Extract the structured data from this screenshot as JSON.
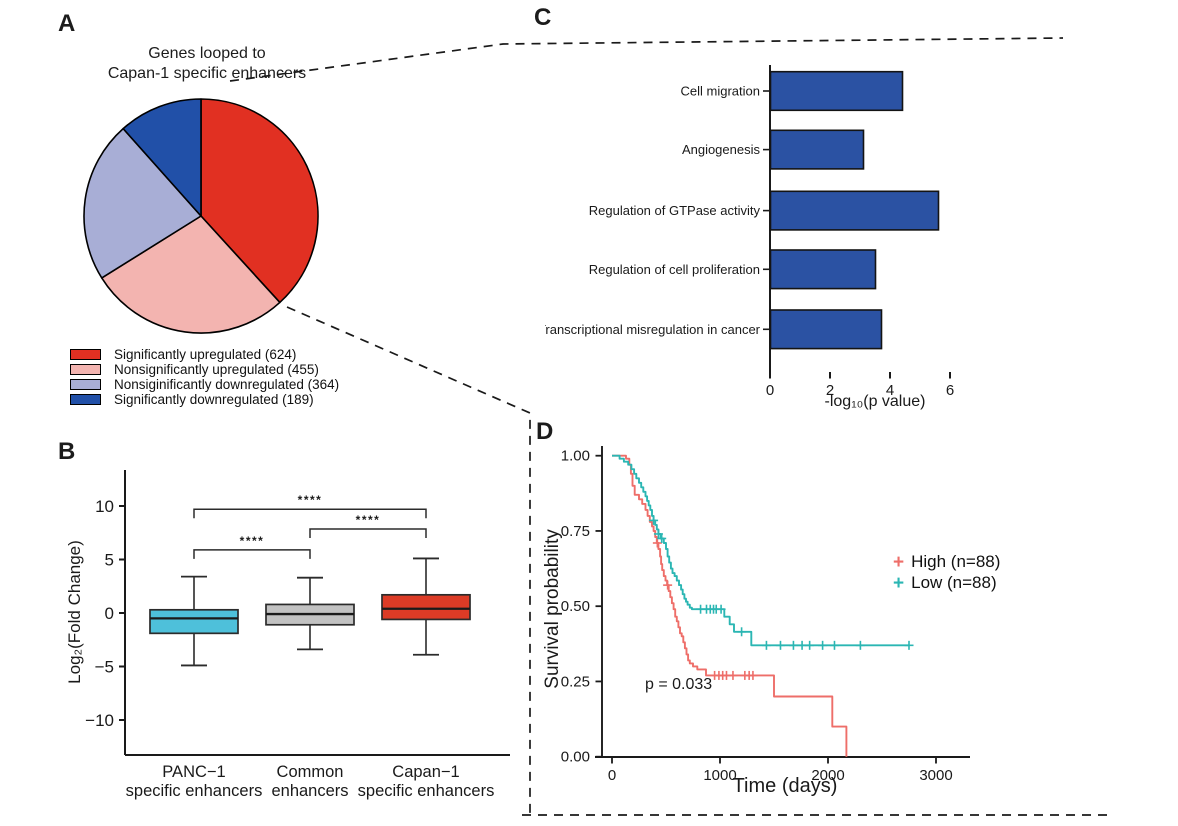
{
  "panels": {
    "a": {
      "label": "A",
      "title_line1": "Genes looped to",
      "title_line2": "Capan-1 specific enhancers"
    },
    "b": {
      "label": "B"
    },
    "c": {
      "label": "C"
    },
    "d": {
      "label": "D"
    }
  },
  "chart_data": [
    {
      "panel": "A",
      "type": "pie",
      "title": "Genes looped to Capan-1 specific enhancers",
      "start_angle_deg": 0,
      "direction": "clockwise",
      "legend_position": "bottom-left",
      "slices": [
        {
          "label": "Significantly upregulated (624)",
          "value": 624,
          "color": "#E13022"
        },
        {
          "label": "Nonsignificantly upregulated (455)",
          "value": 455,
          "color": "#F3B4B0"
        },
        {
          "label": "Nonsiginificantly downregulated (364)",
          "value": 364,
          "color": "#A8AED6"
        },
        {
          "label": "Significantly downregulated (189)",
          "value": 189,
          "color": "#2150A8"
        }
      ]
    },
    {
      "panel": "B",
      "type": "box",
      "ylabel": "Log₂(Fold Change)",
      "ylim": [
        -13,
        13
      ],
      "yticks": [
        -10,
        -5,
        0,
        5,
        10
      ],
      "categories": [
        [
          "PANC−1",
          "specific enhancers"
        ],
        [
          "Common",
          "enhancers"
        ],
        [
          "Capan−1",
          "specific enhancers"
        ]
      ],
      "boxes": [
        {
          "name": "PANC−1 specific enhancers",
          "color": "#4EC0DA",
          "whisker_low": -4.9,
          "q1": -1.9,
          "median": -0.5,
          "q3": 0.3,
          "whisker_high": 3.4
        },
        {
          "name": "Common enhancers",
          "color": "#C2C2C2",
          "whisker_low": -3.4,
          "q1": -1.1,
          "median": -0.1,
          "q3": 0.8,
          "whisker_high": 3.3
        },
        {
          "name": "Capan−1 specific enhancers",
          "color": "#DC3B26",
          "whisker_low": -3.9,
          "q1": -0.6,
          "median": 0.4,
          "q3": 1.7,
          "whisker_high": 5.1
        }
      ],
      "significance": [
        {
          "between": [
            0,
            1
          ],
          "label": "****",
          "y": 5.9
        },
        {
          "between": [
            1,
            2
          ],
          "label": "****",
          "y": 7.85
        },
        {
          "between": [
            0,
            2
          ],
          "label": "****",
          "y": 9.7
        }
      ]
    },
    {
      "panel": "C",
      "type": "bar",
      "orientation": "horizontal",
      "categories": [
        "Cell migration",
        "Angiogenesis",
        "Regulation of GTPase activity",
        "Regulation of cell proliferation",
        "Transcriptional misregulation in cancer"
      ],
      "values": [
        4.4,
        3.1,
        5.6,
        3.5,
        3.7
      ],
      "bar_color": "#2B52A3",
      "xlabel": "-log₁₀(p value)",
      "xticks": [
        0,
        2,
        4,
        6
      ],
      "xlim": [
        0,
        6.4
      ]
    },
    {
      "panel": "D",
      "type": "line",
      "subtype": "kaplan-meier",
      "xlabel": "Time (days)",
      "ylabel": "Survival probability",
      "annotation": "p = 0.033",
      "xticks": [
        0,
        1000,
        2000,
        3000
      ],
      "ytick_labels": [
        "0.00",
        "0.25",
        "0.50",
        "0.75",
        "1.00"
      ],
      "xlim": [
        0,
        3200
      ],
      "ylim": [
        0,
        1
      ],
      "legend_position": "right-middle",
      "series": [
        {
          "name": "High (n=88)",
          "color": "#EE6E69",
          "steps": [
            [
              0,
              1.0
            ],
            [
              130,
              0.99
            ],
            [
              160,
              0.97
            ],
            [
              175,
              0.94
            ],
            [
              190,
              0.9
            ],
            [
              210,
              0.87
            ],
            [
              250,
              0.855
            ],
            [
              280,
              0.84
            ],
            [
              310,
              0.82
            ],
            [
              330,
              0.8
            ],
            [
              350,
              0.78
            ],
            [
              370,
              0.765
            ],
            [
              385,
              0.75
            ],
            [
              400,
              0.73
            ],
            [
              415,
              0.71
            ],
            [
              430,
              0.69
            ],
            [
              445,
              0.665
            ],
            [
              455,
              0.64
            ],
            [
              465,
              0.62
            ],
            [
              480,
              0.6
            ],
            [
              495,
              0.585
            ],
            [
              510,
              0.57
            ],
            [
              525,
              0.55
            ],
            [
              540,
              0.53
            ],
            [
              555,
              0.51
            ],
            [
              570,
              0.49
            ],
            [
              585,
              0.465
            ],
            [
              600,
              0.45
            ],
            [
              615,
              0.43
            ],
            [
              630,
              0.41
            ],
            [
              645,
              0.4
            ],
            [
              660,
              0.38
            ],
            [
              675,
              0.36
            ],
            [
              690,
              0.34
            ],
            [
              705,
              0.32
            ],
            [
              720,
              0.31
            ],
            [
              750,
              0.3
            ],
            [
              790,
              0.29
            ],
            [
              870,
              0.27
            ],
            [
              1500,
              0.27
            ],
            [
              1500,
              0.2
            ],
            [
              2040,
              0.2
            ],
            [
              2040,
              0.1
            ],
            [
              2170,
              0.1
            ],
            [
              2170,
              0.0
            ]
          ],
          "censors": [
            [
              420,
              0.71
            ],
            [
              515,
              0.57
            ],
            [
              950,
              0.27
            ],
            [
              990,
              0.27
            ],
            [
              1025,
              0.27
            ],
            [
              1060,
              0.27
            ],
            [
              1120,
              0.27
            ],
            [
              1230,
              0.27
            ],
            [
              1270,
              0.27
            ],
            [
              1305,
              0.27
            ]
          ]
        },
        {
          "name": "Low (n=88)",
          "color": "#2BB6B3",
          "steps": [
            [
              0,
              1.0
            ],
            [
              70,
              0.99
            ],
            [
              110,
              0.98
            ],
            [
              150,
              0.97
            ],
            [
              180,
              0.955
            ],
            [
              205,
              0.94
            ],
            [
              225,
              0.925
            ],
            [
              250,
              0.91
            ],
            [
              270,
              0.895
            ],
            [
              290,
              0.88
            ],
            [
              310,
              0.865
            ],
            [
              325,
              0.85
            ],
            [
              340,
              0.835
            ],
            [
              355,
              0.82
            ],
            [
              370,
              0.8
            ],
            [
              385,
              0.785
            ],
            [
              400,
              0.77
            ],
            [
              415,
              0.755
            ],
            [
              430,
              0.74
            ],
            [
              450,
              0.725
            ],
            [
              480,
              0.71
            ],
            [
              500,
              0.69
            ],
            [
              515,
              0.665
            ],
            [
              530,
              0.645
            ],
            [
              545,
              0.625
            ],
            [
              560,
              0.61
            ],
            [
              580,
              0.6
            ],
            [
              600,
              0.585
            ],
            [
              620,
              0.57
            ],
            [
              640,
              0.555
            ],
            [
              655,
              0.54
            ],
            [
              670,
              0.525
            ],
            [
              685,
              0.515
            ],
            [
              700,
              0.505
            ],
            [
              720,
              0.495
            ],
            [
              740,
              0.49
            ],
            [
              1040,
              0.49
            ],
            [
              1040,
              0.465
            ],
            [
              1090,
              0.465
            ],
            [
              1090,
              0.44
            ],
            [
              1130,
              0.44
            ],
            [
              1130,
              0.415
            ],
            [
              1290,
              0.415
            ],
            [
              1290,
              0.37
            ],
            [
              2750,
              0.37
            ]
          ],
          "censors": [
            [
              385,
              0.785
            ],
            [
              430,
              0.74
            ],
            [
              460,
              0.725
            ],
            [
              820,
              0.49
            ],
            [
              875,
              0.49
            ],
            [
              910,
              0.49
            ],
            [
              940,
              0.49
            ],
            [
              965,
              0.49
            ],
            [
              1010,
              0.49
            ],
            [
              1200,
              0.415
            ],
            [
              1430,
              0.37
            ],
            [
              1560,
              0.37
            ],
            [
              1680,
              0.37
            ],
            [
              1760,
              0.37
            ],
            [
              1830,
              0.37
            ],
            [
              1950,
              0.37
            ],
            [
              2060,
              0.37
            ],
            [
              2300,
              0.37
            ],
            [
              2750,
              0.37
            ]
          ]
        }
      ]
    }
  ]
}
